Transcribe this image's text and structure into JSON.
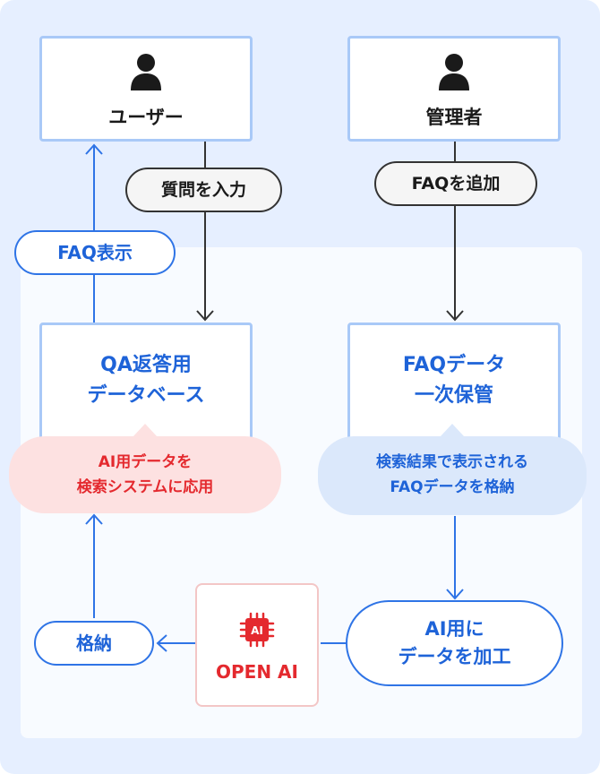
{
  "actors": {
    "user": {
      "label": "ユーザー",
      "icon": "person-icon"
    },
    "admin": {
      "label": "管理者",
      "icon": "person-icon"
    }
  },
  "steps": {
    "question_input": "質問を入力",
    "faq_add": "FAQを追加",
    "faq_display": "FAQ表示",
    "store": "格納"
  },
  "boxes": {
    "qa_db": {
      "line1": "QA返答用",
      "line2": "データベース"
    },
    "faq_temp": {
      "line1": "FAQデータ",
      "line2": "一次保管"
    },
    "ai_process": {
      "line1": "AI用に",
      "line2": "データを加工"
    }
  },
  "notes": {
    "ai_data": {
      "line1": "AI用データを",
      "line2": "検索システムに応用"
    },
    "faq_store": {
      "line1": "検索結果で表示される",
      "line2": "FAQデータを格納"
    }
  },
  "openai": {
    "label": "OPEN AI",
    "icon": "ai-chip-icon",
    "chip_text": "AI"
  },
  "colors": {
    "accent_blue": "#1e63d8",
    "alert_red": "#e4292e",
    "background": "#e6efff"
  }
}
